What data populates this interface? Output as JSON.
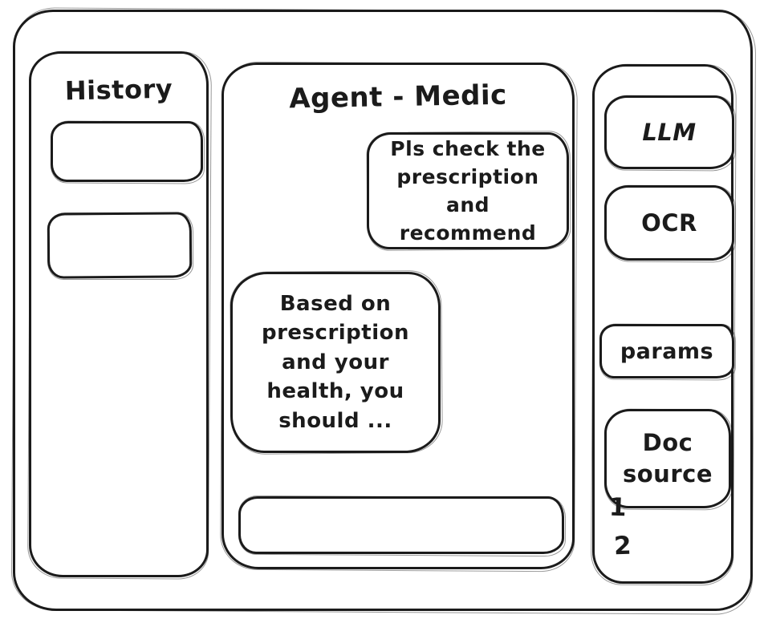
{
  "app": {
    "ink_color": "#1b1b1b",
    "background_color": "#ffffff"
  },
  "history": {
    "title": "History",
    "items": [
      {
        "label": ""
      },
      {
        "label": ""
      }
    ]
  },
  "chat": {
    "title": "Agent - Medic",
    "messages": [
      {
        "role": "user",
        "text": "Pls check the prescription and recommend"
      },
      {
        "role": "assistant",
        "text": "Based on prescription and your health, you should ..."
      }
    ],
    "input": {
      "value": "",
      "placeholder": ""
    }
  },
  "tools": {
    "items": [
      {
        "label": "LLM"
      },
      {
        "label": "OCR"
      },
      {
        "label": "params"
      },
      {
        "label": "Doc source"
      }
    ],
    "doc_source_numbers": [
      "1",
      "2"
    ]
  }
}
